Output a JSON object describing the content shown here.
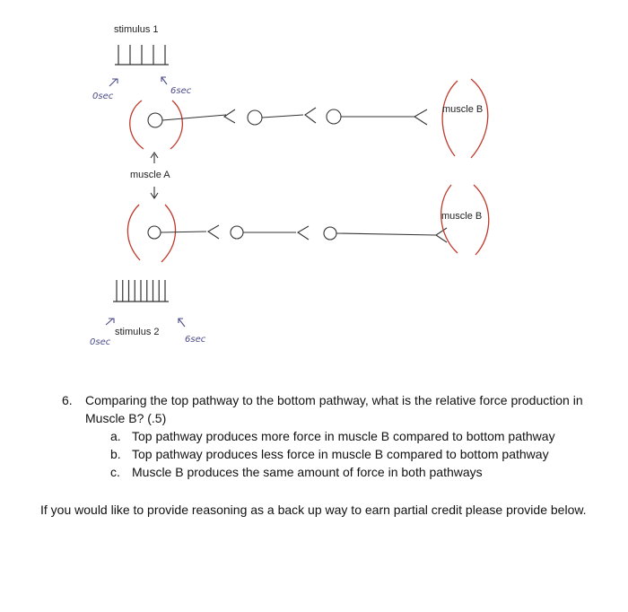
{
  "diagram": {
    "top": {
      "stimulus_label": "stimulus 1",
      "start_annotation": "0sec",
      "end_annotation": "6sec",
      "muscle_source": "muscle A",
      "muscle_target": "muscle B",
      "pulse_count": 5
    },
    "bottom": {
      "stimulus_label": "stimulus 2",
      "start_annotation": "0sec",
      "end_annotation": "6sec",
      "muscle_target": "muscle B",
      "pulse_count": 9
    }
  },
  "question": {
    "number": "6.",
    "text": "Comparing the top pathway to the bottom pathway, what is the relative force production in Muscle B? (.5)",
    "options": [
      {
        "letter": "a.",
        "text": "Top pathway produces more force in muscle B compared to bottom pathway"
      },
      {
        "letter": "b.",
        "text": "Top pathway produces less force in muscle B compared to bottom pathway"
      },
      {
        "letter": "c.",
        "text": "Muscle B produces the same amount of force in both pathways"
      }
    ]
  },
  "footer_note": "If you would like to provide reasoning as a back up way to earn partial credit please provide below."
}
